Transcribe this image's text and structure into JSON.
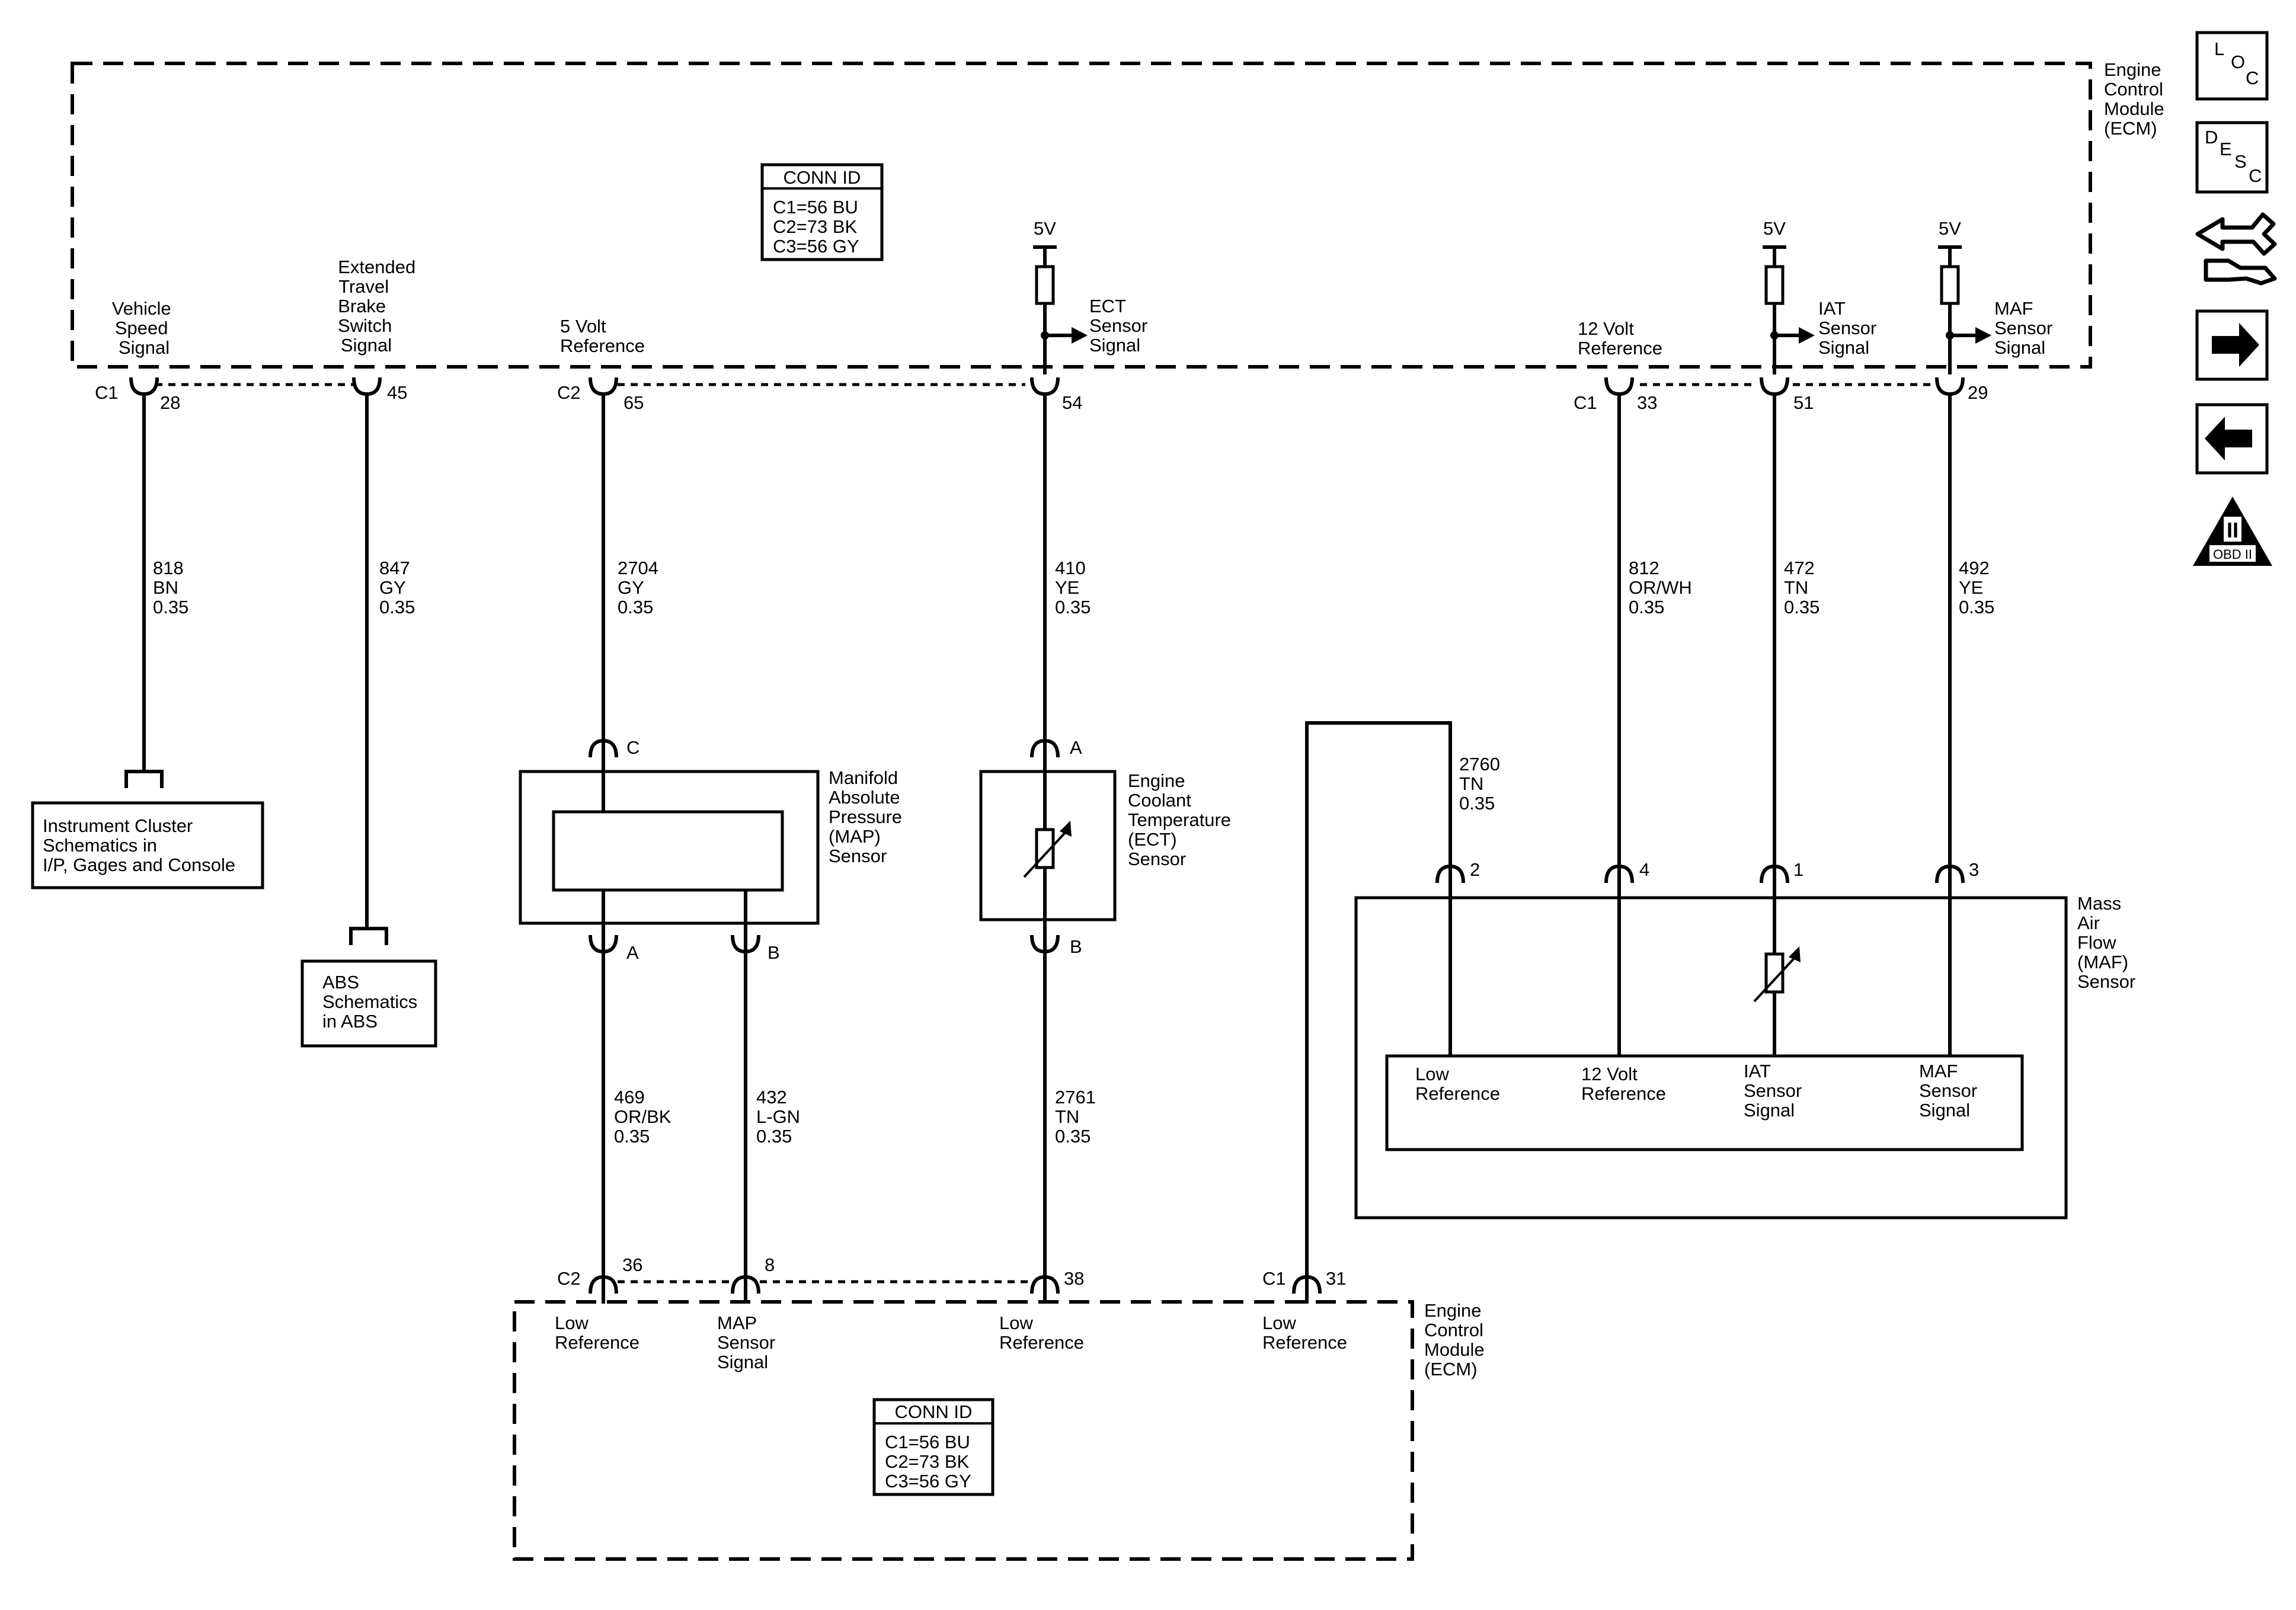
{
  "ecm_top": {
    "module_lines": [
      "Engine",
      "Control",
      "Module",
      "(ECM)"
    ],
    "conn_id": {
      "title": "CONN ID",
      "lines": [
        "C1=56 BU",
        "C2=73 BK",
        "C3=56 GY"
      ]
    },
    "pins": [
      {
        "conn": "C1",
        "pin": "28",
        "label": [
          "Vehicle",
          "Speed",
          "Signal"
        ]
      },
      {
        "conn": "",
        "pin": "45",
        "label": [
          "Extended",
          "Travel",
          "Brake",
          "Switch",
          "Signal"
        ]
      },
      {
        "conn": "C2",
        "pin": "65",
        "label": [
          "5 Volt",
          "Reference"
        ]
      },
      {
        "conn": "",
        "pin": "54",
        "label": [
          "ECT",
          "Sensor",
          "Signal"
        ],
        "supply": "5V"
      },
      {
        "conn": "C1",
        "pin": "33",
        "label": [
          "12 Volt",
          "Reference"
        ]
      },
      {
        "conn": "",
        "pin": "51",
        "label": [
          "IAT",
          "Sensor",
          "Signal"
        ],
        "supply": "5V"
      },
      {
        "conn": "",
        "pin": "29",
        "label": [
          "MAF",
          "Sensor",
          "Signal"
        ],
        "supply": "5V"
      }
    ]
  },
  "wires_top": [
    {
      "circuit": "818",
      "color": "BN",
      "gauge": "0.35"
    },
    {
      "circuit": "847",
      "color": "GY",
      "gauge": "0.35"
    },
    {
      "circuit": "2704",
      "color": "GY",
      "gauge": "0.35"
    },
    {
      "circuit": "410",
      "color": "YE",
      "gauge": "0.35"
    },
    {
      "circuit": "812",
      "color": "OR/WH",
      "gauge": "0.35"
    },
    {
      "circuit": "472",
      "color": "TN",
      "gauge": "0.35"
    },
    {
      "circuit": "492",
      "color": "YE",
      "gauge": "0.35"
    },
    {
      "circuit": "2760",
      "color": "TN",
      "gauge": "0.35"
    }
  ],
  "references": {
    "instrument_cluster": [
      "Instrument Cluster",
      "Schematics in",
      "I/P, Gages and Console"
    ],
    "abs": [
      "ABS",
      "Schematics",
      "in ABS"
    ]
  },
  "map_sensor": {
    "name": [
      "Manifold",
      "Absolute",
      "Pressure",
      "(MAP)",
      "Sensor"
    ],
    "pin_top": "C",
    "pin_a": "A",
    "pin_b": "B"
  },
  "ect_sensor": {
    "name": [
      "Engine",
      "Coolant",
      "Temperature",
      "(ECT)",
      "Sensor"
    ],
    "pin_top": "A",
    "pin_bottom": "B"
  },
  "maf_sensor": {
    "name": [
      "Mass",
      "Air",
      "Flow",
      "(MAF)",
      "Sensor"
    ],
    "pins": [
      "2",
      "4",
      "1",
      "3"
    ],
    "inner_labels": [
      [
        "Low",
        "Reference"
      ],
      [
        "12 Volt",
        "Reference"
      ],
      [
        "IAT",
        "Sensor",
        "Signal"
      ],
      [
        "MAF",
        "Sensor",
        "Signal"
      ]
    ]
  },
  "wires_bottom": [
    {
      "circuit": "469",
      "color": "OR/BK",
      "gauge": "0.35"
    },
    {
      "circuit": "432",
      "color": "L-GN",
      "gauge": "0.35"
    },
    {
      "circuit": "2761",
      "color": "TN",
      "gauge": "0.35"
    }
  ],
  "ecm_bottom": {
    "module_lines": [
      "Engine",
      "Control",
      "Module",
      "(ECM)"
    ],
    "conn_id": {
      "title": "CONN ID",
      "lines": [
        "C1=56 BU",
        "C2=73 BK",
        "C3=56 GY"
      ]
    },
    "pins": [
      {
        "conn": "C2",
        "pin": "36",
        "label": [
          "Low",
          "Reference"
        ]
      },
      {
        "conn": "",
        "pin": "8",
        "label": [
          "MAP",
          "Sensor",
          "Signal"
        ]
      },
      {
        "conn": "",
        "pin": "38",
        "label": [
          "Low",
          "Reference"
        ]
      },
      {
        "conn": "C1",
        "pin": "31",
        "label": [
          "Low",
          "Reference"
        ]
      }
    ]
  },
  "nav": {
    "loc": [
      "L",
      "O",
      "C"
    ],
    "desc": [
      "D",
      "E",
      "S",
      "C"
    ],
    "obd": "OBD II",
    "obd_numeral": "II"
  }
}
